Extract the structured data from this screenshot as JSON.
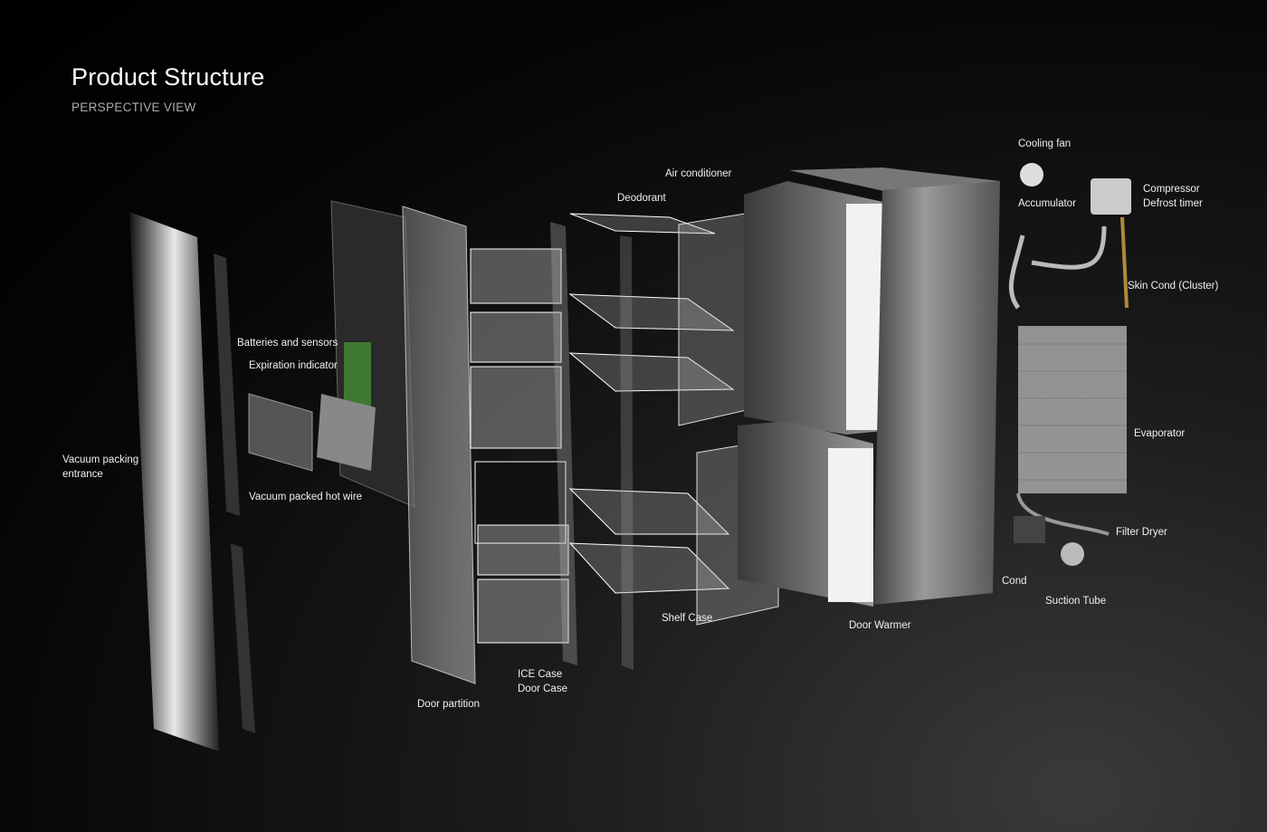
{
  "header": {
    "title": "Product Structure",
    "subtitle": "PERSPECTIVE VIEW"
  },
  "labels": {
    "cooling_fan": "Cooling fan",
    "air_conditioner": "Air conditioner",
    "accumulator": "Accumulator",
    "compressor": "Compressor",
    "defrost_timer": "Defrost timer",
    "deodorant": "Deodorant",
    "skin_cond": "Skin Cond (Cluster)",
    "batteries_sensors": "Batteries and sensors",
    "expiration_indicator": "Expiration indicator",
    "evaporator": "Evaporator",
    "vacuum_packing_1": "Vacuum packing",
    "vacuum_packing_2": "entrance",
    "vacuum_hot_wire": "Vacuum packed hot wire",
    "filter_dryer": "Filter Dryer",
    "cond": "Cond",
    "suction_tube": "Suction Tube",
    "shelf_case": "Shelf Case",
    "door_warmer": "Door Warmer",
    "ice_case": "ICE Case",
    "door_case": "Door Case",
    "door_partition": "Door partition"
  },
  "colors": {
    "background": "#000000",
    "text": "#ffffff",
    "subtitle": "#aaaaaa",
    "steel": "#8a8a8a",
    "accent_green": "#4fae3a"
  }
}
